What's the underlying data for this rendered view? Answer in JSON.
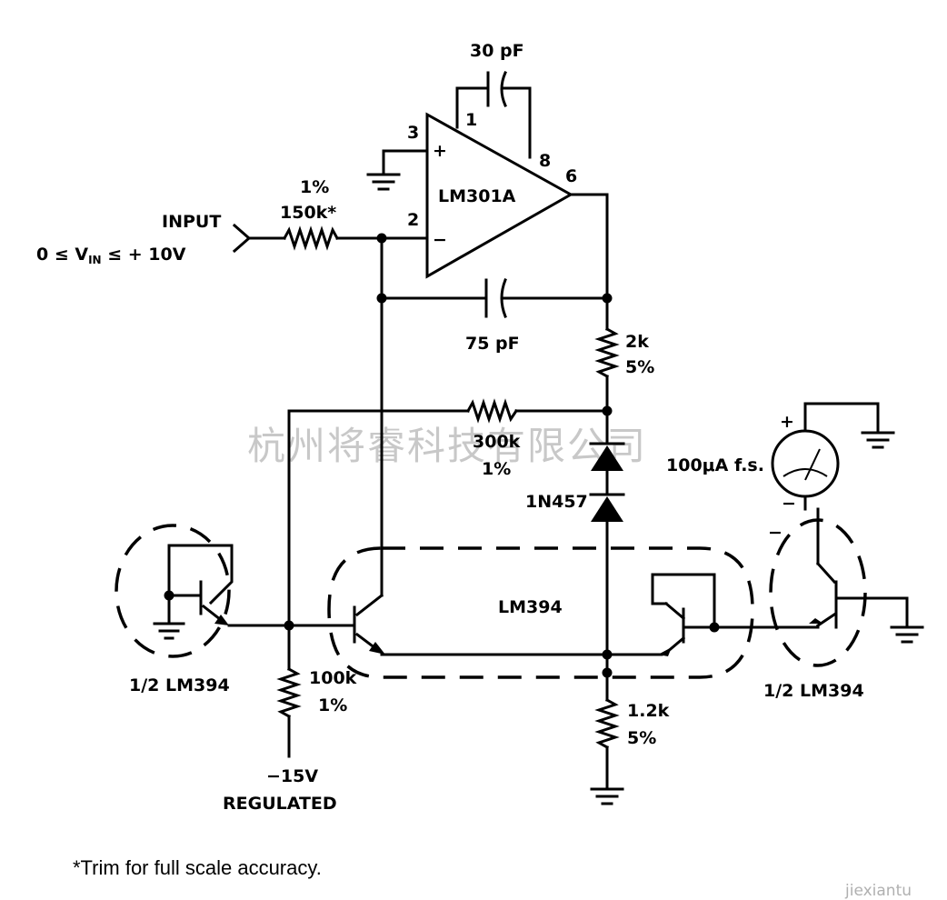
{
  "opamp": {
    "name": "LM301A",
    "pin_plus": "3",
    "pin_minus": "2",
    "pin_comp1": "1",
    "pin_comp8": "8",
    "pin_out": "6",
    "plus_sign": "+",
    "minus_sign": "−"
  },
  "capacitors": {
    "comp": "30 pF",
    "feedback": "75 pF"
  },
  "input": {
    "label": "INPUT",
    "range": "0 ≤ V",
    "range_sub": "IN",
    "range_tail": " ≤ + 10V"
  },
  "resistors": {
    "r_in_tol": "1%",
    "r_in_val": "150k*",
    "r_2k_val": "2k",
    "r_2k_tol": "5%",
    "r_300k_val": "300k",
    "r_300k_tol": "1%",
    "r_100k_val": "100k",
    "r_100k_tol": "1%",
    "r_1k2_val": "1.2k",
    "r_1k2_tol": "5%"
  },
  "diode": {
    "name": "1N457"
  },
  "meter": {
    "label": "100μA f.s.",
    "plus": "+",
    "minus": "−"
  },
  "transistors": {
    "center_label": "LM394",
    "left_label": "1/2 LM394",
    "right_label": "1/2 LM394"
  },
  "supply": {
    "voltage": "−15V",
    "note": "REGULATED"
  },
  "footnote": "*Trim for full scale accuracy.",
  "watermark": {
    "company": "杭州将睿科技有限公司",
    "site": "jiexiantu"
  }
}
